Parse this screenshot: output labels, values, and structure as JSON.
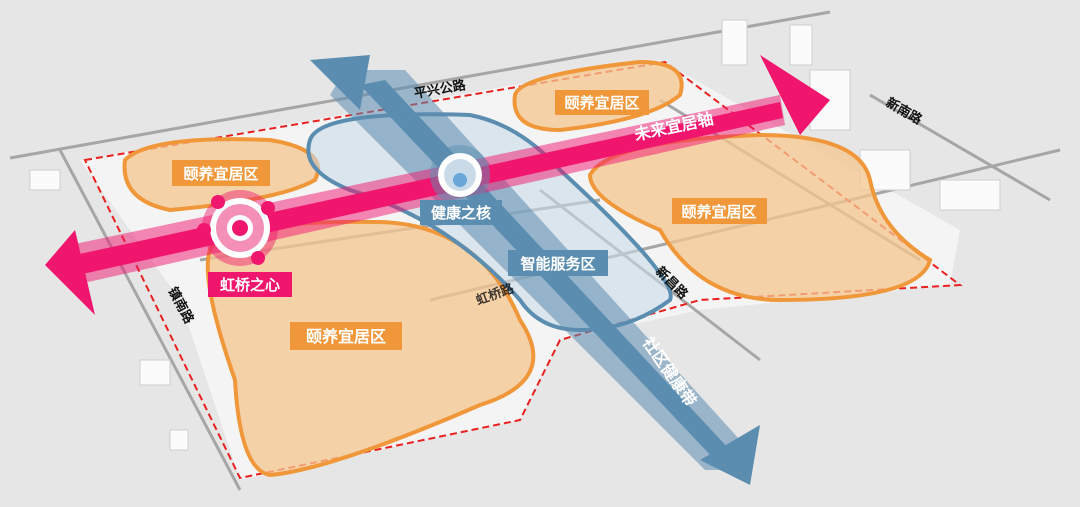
{
  "colors": {
    "background": "#e6e6e6",
    "zone": "#f0973a",
    "zone_fill": "#f6c58f",
    "axis": "#f0166e",
    "band": "#5b8db0",
    "boundary": "#e8211f",
    "road": "#a6a6a6"
  },
  "axis": {
    "label": "未来宜居轴"
  },
  "band": {
    "label": "社区健康带"
  },
  "zones": [
    {
      "label": "颐养宜居区"
    },
    {
      "label": "颐养宜居区"
    },
    {
      "label": "颐养宜居区"
    },
    {
      "label": "颐养宜居区"
    }
  ],
  "service_zone": {
    "label": "智能服务区"
  },
  "nodes": {
    "health_core": "健康之核",
    "hongqiao_heart": "虹桥之心"
  },
  "roads": {
    "pingxing": "平兴公路",
    "xinnan": "新南路",
    "zhennan": "镇南路",
    "xinchang": "新昌路",
    "hongqiao": "虹桥路"
  }
}
